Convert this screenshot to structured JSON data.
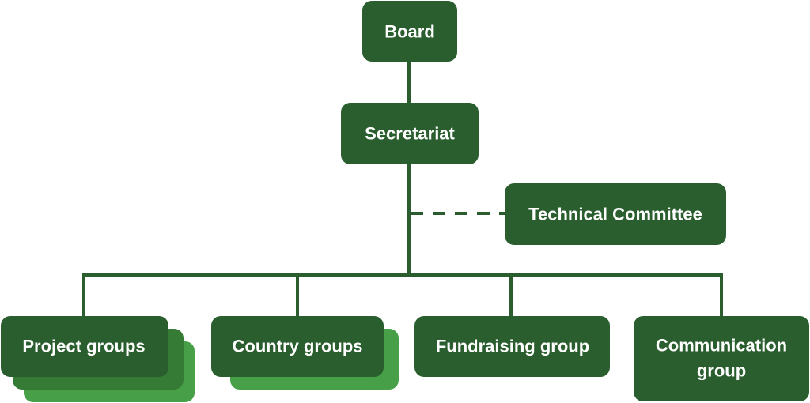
{
  "diagram": {
    "colors": {
      "primary": "#2a5e2e",
      "stack_mid": "#357a35",
      "stack_back": "#47a047",
      "text": "#ffffff"
    },
    "nodes": {
      "board": {
        "label": "Board"
      },
      "secretariat": {
        "label": "Secretariat"
      },
      "technical_committee": {
        "label": "Technical Committee"
      },
      "project_groups": {
        "label": "Project groups"
      },
      "country_groups": {
        "label": "Country groups"
      },
      "fundraising_group": {
        "label": "Fundraising group"
      },
      "communication_group": {
        "line1": "Communication",
        "line2": "group"
      }
    }
  }
}
